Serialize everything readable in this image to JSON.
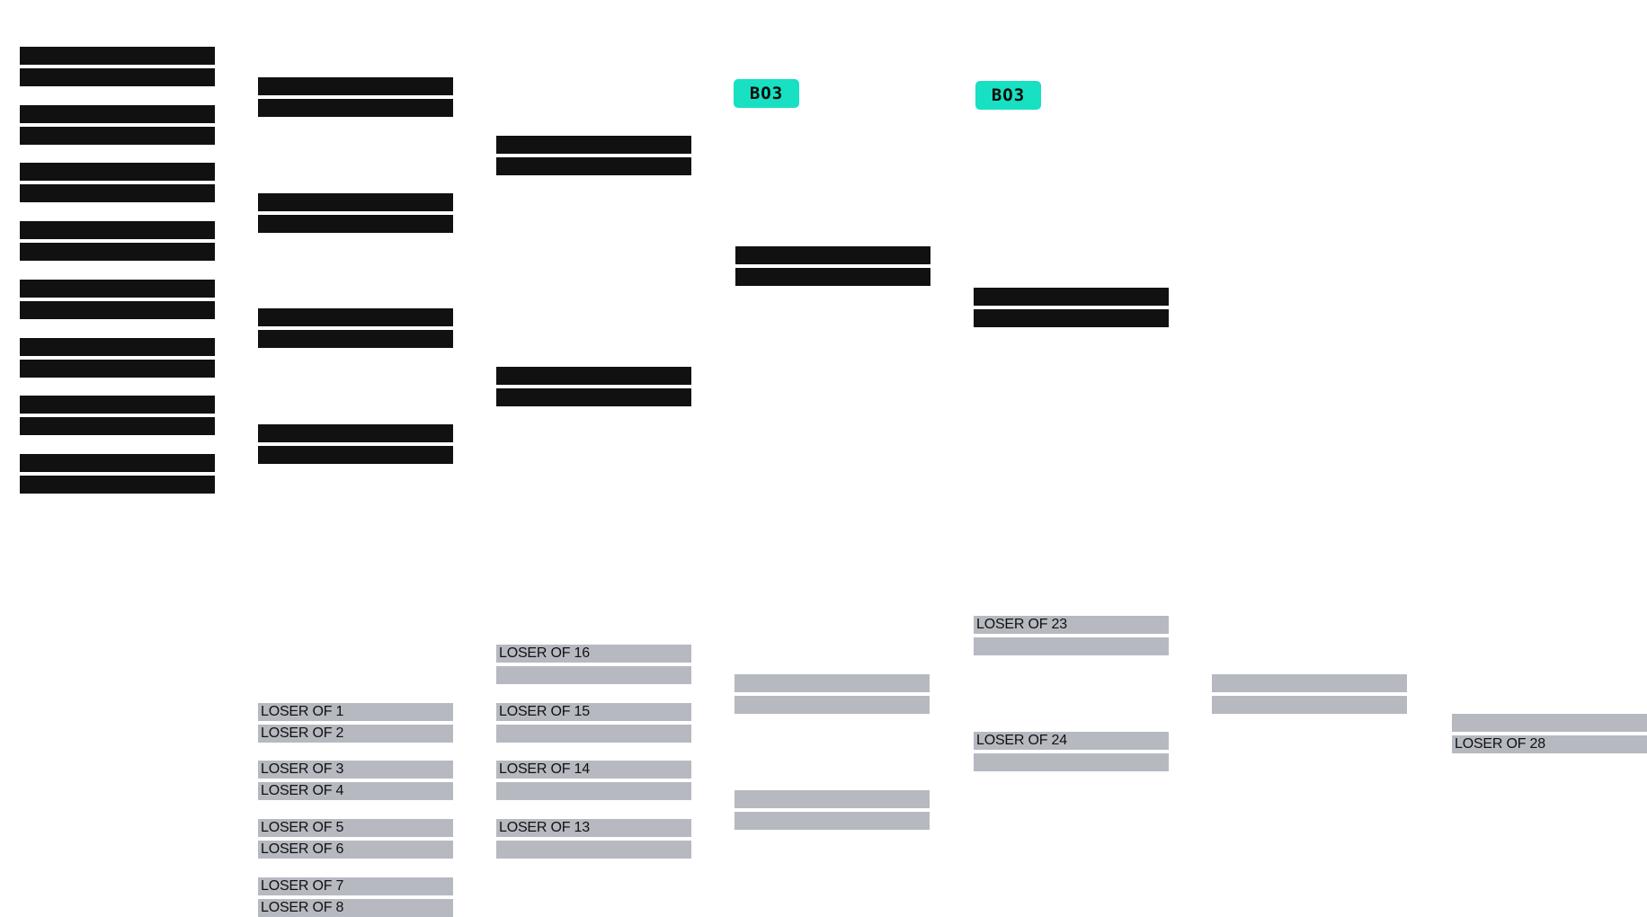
{
  "colors": {
    "empty_slot": "#111111",
    "pending_slot": "#b6b9c0",
    "badge": "#18e0c2",
    "background": "#ffffff"
  },
  "badges": [
    {
      "label": "BO3"
    },
    {
      "label": "BO3"
    }
  ],
  "upper_bracket": {
    "round1": [
      {
        "top": "",
        "bottom": ""
      },
      {
        "top": "",
        "bottom": ""
      },
      {
        "top": "",
        "bottom": ""
      },
      {
        "top": "",
        "bottom": ""
      },
      {
        "top": "",
        "bottom": ""
      },
      {
        "top": "",
        "bottom": ""
      },
      {
        "top": "",
        "bottom": ""
      },
      {
        "top": "",
        "bottom": ""
      }
    ],
    "round2": [
      {
        "top": "",
        "bottom": ""
      },
      {
        "top": "",
        "bottom": ""
      },
      {
        "top": "",
        "bottom": ""
      },
      {
        "top": "",
        "bottom": ""
      }
    ],
    "round3": [
      {
        "top": "",
        "bottom": ""
      },
      {
        "top": "",
        "bottom": ""
      }
    ],
    "round4": [
      {
        "top": "",
        "bottom": ""
      }
    ],
    "round5": [
      {
        "top": "",
        "bottom": ""
      }
    ]
  },
  "lower_bracket": {
    "round1": [
      {
        "top": "LOSER OF 1",
        "bottom": "LOSER OF 2"
      },
      {
        "top": "LOSER OF 3",
        "bottom": "LOSER OF 4"
      },
      {
        "top": "LOSER OF 5",
        "bottom": "LOSER OF 6"
      },
      {
        "top": "LOSER OF 7",
        "bottom": "LOSER OF 8"
      }
    ],
    "round2": [
      {
        "top": "LOSER OF 16",
        "bottom": ""
      },
      {
        "top": "LOSER OF 15",
        "bottom": ""
      },
      {
        "top": "LOSER OF 14",
        "bottom": ""
      },
      {
        "top": "LOSER OF 13",
        "bottom": ""
      }
    ],
    "round3": [
      {
        "top": "",
        "bottom": ""
      },
      {
        "top": "",
        "bottom": ""
      }
    ],
    "round4": [
      {
        "top": "LOSER OF 23",
        "bottom": ""
      },
      {
        "top": "LOSER OF 24",
        "bottom": ""
      }
    ],
    "round5": [
      {
        "top": "",
        "bottom": ""
      }
    ],
    "round6": [
      {
        "top": "",
        "bottom": "LOSER OF 28"
      }
    ]
  }
}
